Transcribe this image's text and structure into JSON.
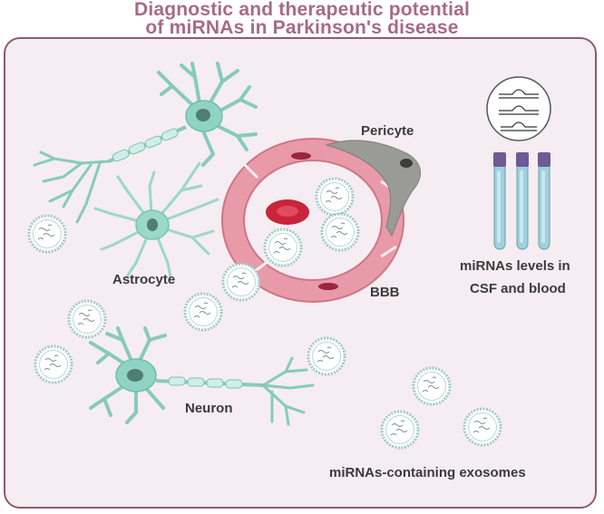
{
  "title": {
    "line1": "Diagnostic and therapeutic potential",
    "line2": "of miRNAs in Parkinson's disease"
  },
  "labels": {
    "pericyte": "Pericyte",
    "astrocyte": "Astrocyte",
    "bbb": "BBB",
    "neuron": "Neuron",
    "mirna_levels_1": "miRNAs levels in",
    "mirna_levels_2": "CSF and blood",
    "exosomes": "miRNAs-containing exosomes"
  },
  "colors": {
    "title": "#a86a86",
    "panel_bg": "#f5edf1",
    "panel_border": "#8e5a72",
    "cell_teal": "#8fd3c4",
    "vessel_pink": "#e89aa8",
    "pericyte_gray": "#9a9a96",
    "tube_blue": "#7fb9c9",
    "tube_cap": "#6e5a94"
  }
}
